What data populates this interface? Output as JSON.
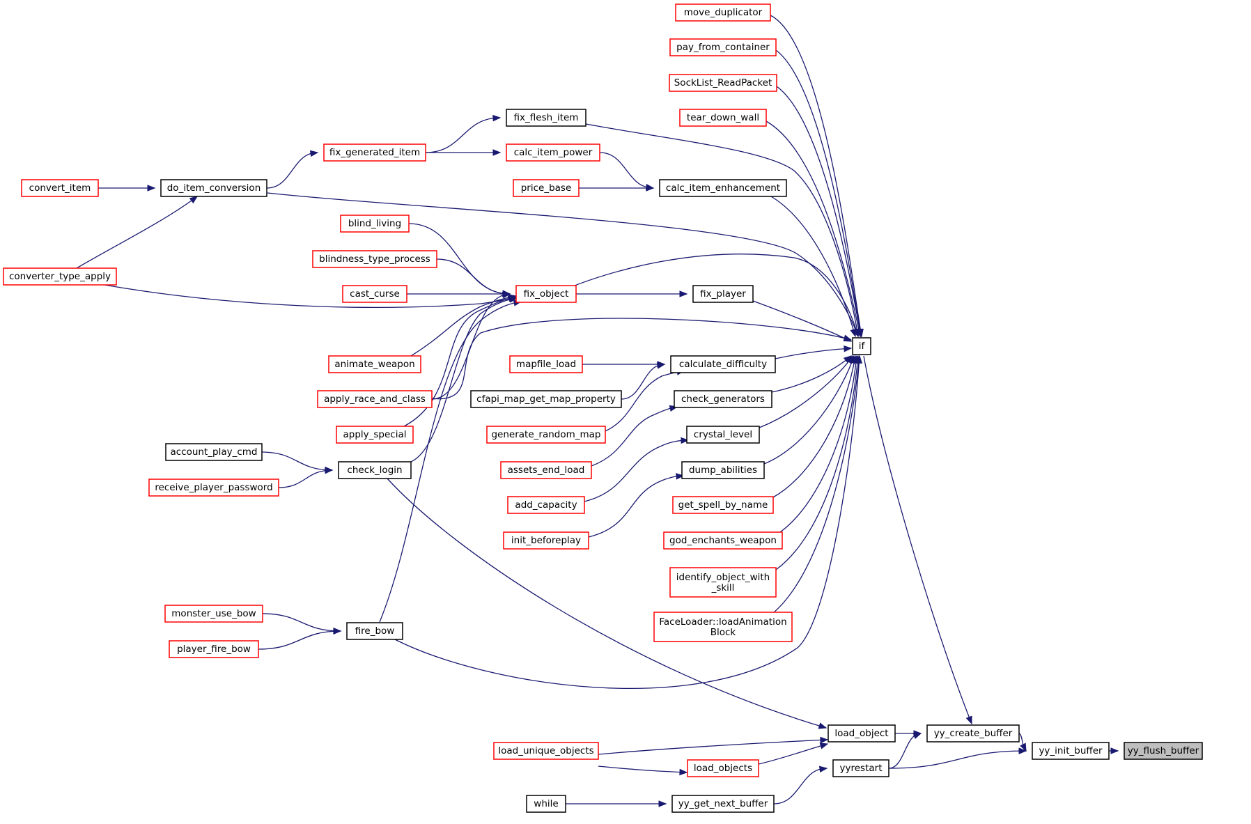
{
  "colors": {
    "edge": "#191970",
    "node_border_default": "#000000",
    "node_border_truncated": "#ff0000",
    "root_fill": "#bfbfbf"
  },
  "nodes": [
    {
      "id": "yy_flush_buffer",
      "label": "yy_flush_buffer",
      "border": "black",
      "root": true
    },
    {
      "id": "yy_init_buffer",
      "label": "yy_init_buffer",
      "border": "black"
    },
    {
      "id": "yy_create_buffer",
      "label": "yy_create_buffer",
      "border": "black"
    },
    {
      "id": "yyrestart",
      "label": "yyrestart",
      "border": "black"
    },
    {
      "id": "if",
      "label": "if",
      "border": "black"
    },
    {
      "id": "load_object",
      "label": "load_object",
      "border": "black"
    },
    {
      "id": "yy_get_next_buffer",
      "label": "yy_get_next_buffer",
      "border": "black"
    },
    {
      "id": "while",
      "label": "while",
      "border": "black"
    },
    {
      "id": "load_objects",
      "label": "load_objects",
      "border": "red"
    },
    {
      "id": "load_unique_objects",
      "label": "load_unique_objects",
      "border": "red"
    },
    {
      "id": "move_duplicator",
      "label": "move_duplicator",
      "border": "red"
    },
    {
      "id": "pay_from_container",
      "label": "pay_from_container",
      "border": "red"
    },
    {
      "id": "SockList_ReadPacket",
      "label": "SockList_ReadPacket",
      "border": "red"
    },
    {
      "id": "tear_down_wall",
      "label": "tear_down_wall",
      "border": "red"
    },
    {
      "id": "fix_flesh_item",
      "label": "fix_flesh_item",
      "border": "black"
    },
    {
      "id": "fix_generated_item",
      "label": "fix_generated_item",
      "border": "red"
    },
    {
      "id": "calc_item_power",
      "label": "calc_item_power",
      "border": "red"
    },
    {
      "id": "calc_item_enhancement",
      "label": "calc_item_enhancement",
      "border": "black"
    },
    {
      "id": "price_base",
      "label": "price_base",
      "border": "red"
    },
    {
      "id": "do_item_conversion",
      "label": "do_item_conversion",
      "border": "black"
    },
    {
      "id": "convert_item",
      "label": "convert_item",
      "border": "red"
    },
    {
      "id": "converter_type_apply",
      "label": "converter_type_apply",
      "border": "red"
    },
    {
      "id": "blind_living",
      "label": "blind_living",
      "border": "red"
    },
    {
      "id": "blindness_type_process",
      "label": "blindness_type_process",
      "border": "red"
    },
    {
      "id": "cast_curse",
      "label": "cast_curse",
      "border": "red"
    },
    {
      "id": "fix_object",
      "label": "fix_object",
      "border": "red"
    },
    {
      "id": "fix_player",
      "label": "fix_player",
      "border": "black"
    },
    {
      "id": "animate_weapon",
      "label": "animate_weapon",
      "border": "red"
    },
    {
      "id": "apply_race_and_class",
      "label": "apply_race_and_class",
      "border": "red"
    },
    {
      "id": "apply_special",
      "label": "apply_special",
      "border": "red"
    },
    {
      "id": "account_play_cmd",
      "label": "account_play_cmd",
      "border": "black"
    },
    {
      "id": "receive_player_password",
      "label": "receive_player_password",
      "border": "red"
    },
    {
      "id": "check_login",
      "label": "check_login",
      "border": "black"
    },
    {
      "id": "mapfile_load",
      "label": "mapfile_load",
      "border": "red"
    },
    {
      "id": "cfapi_map_get_map_property",
      "label": "cfapi_map_get_map_property",
      "border": "black"
    },
    {
      "id": "calculate_difficulty",
      "label": "calculate_difficulty",
      "border": "black"
    },
    {
      "id": "generate_random_map",
      "label": "generate_random_map",
      "border": "red"
    },
    {
      "id": "check_generators",
      "label": "check_generators",
      "border": "black"
    },
    {
      "id": "assets_end_load",
      "label": "assets_end_load",
      "border": "red"
    },
    {
      "id": "crystal_level",
      "label": "crystal_level",
      "border": "black"
    },
    {
      "id": "add_capacity",
      "label": "add_capacity",
      "border": "red"
    },
    {
      "id": "dump_abilities",
      "label": "dump_abilities",
      "border": "black"
    },
    {
      "id": "init_beforeplay",
      "label": "init_beforeplay",
      "border": "red"
    },
    {
      "id": "get_spell_by_name",
      "label": "get_spell_by_name",
      "border": "red"
    },
    {
      "id": "god_enchants_weapon",
      "label": "god_enchants_weapon",
      "border": "red"
    },
    {
      "id": "identify_object_with_skill",
      "label": "identify_object_with",
      "label2": "_skill",
      "border": "red"
    },
    {
      "id": "FaceLoader_loadAnimationBlock",
      "label": "FaceLoader::loadAnimation",
      "label2": "Block",
      "border": "red"
    },
    {
      "id": "monster_use_bow",
      "label": "monster_use_bow",
      "border": "red"
    },
    {
      "id": "player_fire_bow",
      "label": "player_fire_bow",
      "border": "red"
    },
    {
      "id": "fire_bow",
      "label": "fire_bow",
      "border": "black"
    }
  ],
  "edges": [
    [
      "yy_init_buffer",
      "yy_flush_buffer"
    ],
    [
      "yy_create_buffer",
      "yy_init_buffer"
    ],
    [
      "yyrestart",
      "yy_init_buffer"
    ],
    [
      "if",
      "yy_create_buffer"
    ],
    [
      "load_object",
      "yy_create_buffer"
    ],
    [
      "yyrestart",
      "yy_create_buffer"
    ],
    [
      "yy_get_next_buffer",
      "yyrestart"
    ],
    [
      "while",
      "yy_get_next_buffer"
    ],
    [
      "load_objects",
      "load_object"
    ],
    [
      "load_unique_objects",
      "load_object"
    ],
    [
      "check_login",
      "load_object"
    ],
    [
      "load_unique_objects",
      "load_objects"
    ],
    [
      "move_duplicator",
      "if"
    ],
    [
      "pay_from_container",
      "if"
    ],
    [
      "SockList_ReadPacket",
      "if"
    ],
    [
      "tear_down_wall",
      "if"
    ],
    [
      "fix_flesh_item",
      "if"
    ],
    [
      "calc_item_enhancement",
      "if"
    ],
    [
      "do_item_conversion",
      "if"
    ],
    [
      "fix_object",
      "if"
    ],
    [
      "fix_player",
      "if"
    ],
    [
      "apply_race_and_class",
      "if"
    ],
    [
      "calculate_difficulty",
      "if"
    ],
    [
      "check_generators",
      "if"
    ],
    [
      "crystal_level",
      "if"
    ],
    [
      "dump_abilities",
      "if"
    ],
    [
      "get_spell_by_name",
      "if"
    ],
    [
      "god_enchants_weapon",
      "if"
    ],
    [
      "identify_object_with_skill",
      "if"
    ],
    [
      "FaceLoader_loadAnimationBlock",
      "if"
    ],
    [
      "fire_bow",
      "if"
    ],
    [
      "fix_generated_item",
      "fix_flesh_item"
    ],
    [
      "fix_generated_item",
      "calc_item_power"
    ],
    [
      "calc_item_power",
      "calc_item_enhancement"
    ],
    [
      "price_base",
      "calc_item_enhancement"
    ],
    [
      "do_item_conversion",
      "fix_generated_item"
    ],
    [
      "convert_item",
      "do_item_conversion"
    ],
    [
      "converter_type_apply",
      "do_item_conversion"
    ],
    [
      "converter_type_apply",
      "fix_object"
    ],
    [
      "blind_living",
      "fix_object"
    ],
    [
      "blindness_type_process",
      "fix_object"
    ],
    [
      "cast_curse",
      "fix_object"
    ],
    [
      "animate_weapon",
      "fix_object"
    ],
    [
      "apply_race_and_class",
      "fix_object"
    ],
    [
      "apply_special",
      "fix_object"
    ],
    [
      "check_login",
      "fix_object"
    ],
    [
      "fire_bow",
      "fix_object"
    ],
    [
      "fix_object",
      "fix_player"
    ],
    [
      "account_play_cmd",
      "check_login"
    ],
    [
      "receive_player_password",
      "check_login"
    ],
    [
      "mapfile_load",
      "calculate_difficulty"
    ],
    [
      "cfapi_map_get_map_property",
      "calculate_difficulty"
    ],
    [
      "generate_random_map",
      "calculate_difficulty"
    ],
    [
      "assets_end_load",
      "check_generators"
    ],
    [
      "add_capacity",
      "crystal_level"
    ],
    [
      "init_beforeplay",
      "dump_abilities"
    ],
    [
      "monster_use_bow",
      "fire_bow"
    ],
    [
      "player_fire_bow",
      "fire_bow"
    ]
  ]
}
